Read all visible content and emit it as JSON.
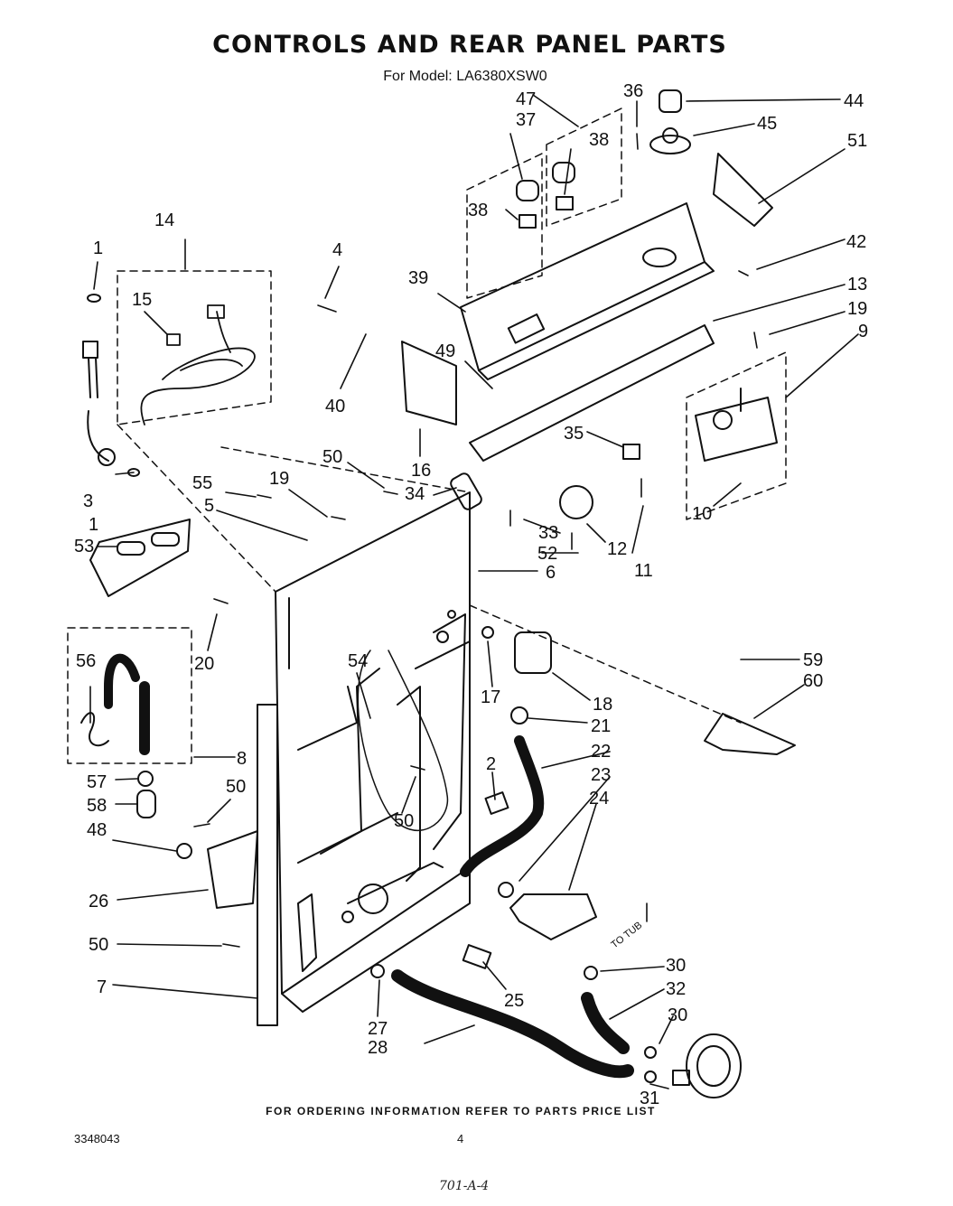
{
  "header": {
    "title": "CONTROLS AND REAR PANEL PARTS",
    "model_line": "For Model: LA6380XSW0"
  },
  "footer": {
    "ordering_note": "FOR ORDERING INFORMATION REFER TO PARTS PRICE LIST",
    "document_number": "3348043",
    "page_number": "4",
    "handwritten_mark": "701-A-4"
  },
  "diagram": {
    "to_tub_label": "TO TUB",
    "callouts": [
      "1",
      "1",
      "2",
      "3",
      "4",
      "5",
      "6",
      "7",
      "8",
      "9",
      "10",
      "11",
      "12",
      "13",
      "14",
      "15",
      "16",
      "17",
      "18",
      "19",
      "19",
      "20",
      "21",
      "22",
      "23",
      "24",
      "25",
      "26",
      "27",
      "28",
      "30",
      "30",
      "31",
      "32",
      "33",
      "34",
      "35",
      "36",
      "37",
      "38",
      "38",
      "39",
      "40",
      "42",
      "44",
      "45",
      "47",
      "48",
      "49",
      "50",
      "50",
      "50",
      "50",
      "51",
      "52",
      "53",
      "54",
      "55",
      "56",
      "57",
      "58",
      "59",
      "60"
    ]
  }
}
